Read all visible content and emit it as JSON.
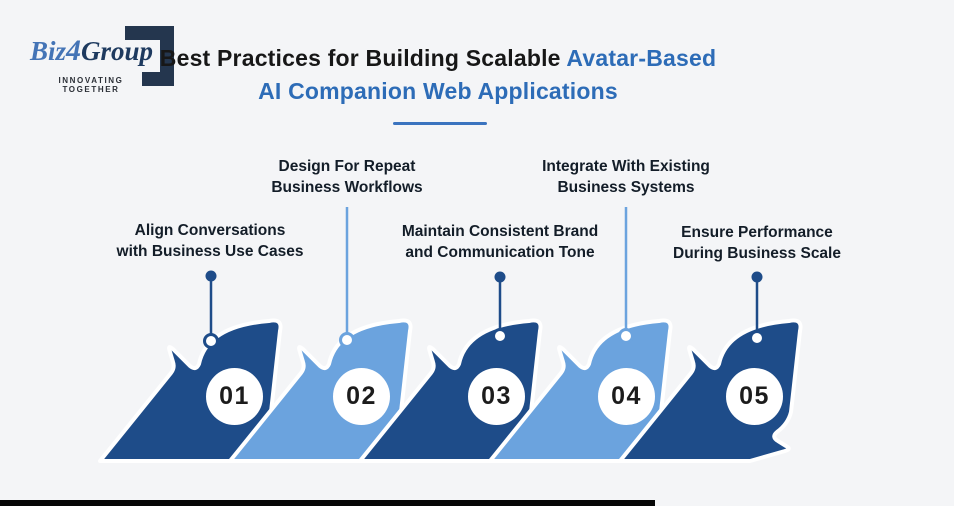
{
  "background_color": "#f4f5f7",
  "logo": {
    "brand_part1": "Biz",
    "brand_part2": "4",
    "brand_part3": "Group",
    "tagline": "INNOVATING TOGETHER",
    "mark_color": "#24364e",
    "part1_color": "#4474b6",
    "part2_color": "#4474b6",
    "part3_color": "#1e3a5f",
    "tagline_color": "#2b2f36"
  },
  "title": {
    "line1_black": "Best Practices for Building Scalable ",
    "line1_blue": "Avatar-Based",
    "line2_blue": "AI Companion Web Applications",
    "text_color": "#171717",
    "accent_color": "#2d6cb7",
    "underline_color": "#3a73bf"
  },
  "label_color": "#131d28",
  "number_color": "#1c1c1c",
  "colors": {
    "dark_arrow": "#1e4c89",
    "light_arrow": "#6ba3de"
  },
  "steps": [
    {
      "number": "01",
      "label_line1": "Align Conversations",
      "label_line2": "with Business Use Cases",
      "color": "#1e4c89",
      "label_position": "low"
    },
    {
      "number": "02",
      "label_line1": "Design For Repeat",
      "label_line2": "Business Workflows",
      "color": "#6ba3de",
      "label_position": "high"
    },
    {
      "number": "03",
      "label_line1": "Maintain Consistent Brand",
      "label_line2": "and Communication Tone",
      "color": "#1e4c89",
      "label_position": "low"
    },
    {
      "number": "04",
      "label_line1": "Integrate With Existing",
      "label_line2": "Business Systems",
      "color": "#6ba3de",
      "label_position": "high"
    },
    {
      "number": "05",
      "label_line1": "Ensure Performance",
      "label_line2": "During Business Scale",
      "color": "#1e4c89",
      "label_position": "low"
    }
  ]
}
